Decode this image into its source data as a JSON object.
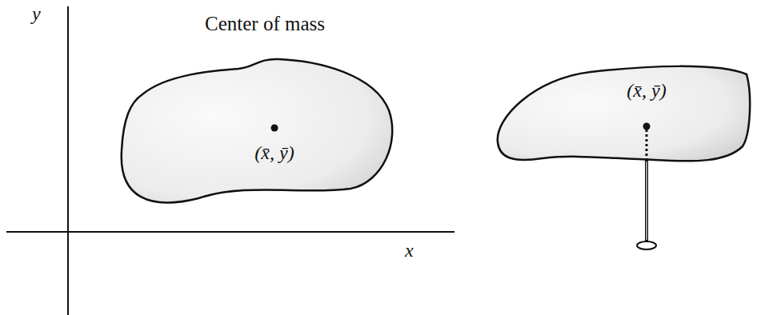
{
  "diagram": {
    "title": "Center of mass",
    "nodes": [
      {
        "text": [
          "(x̄, ȳ)"
        ]
      },
      {
        "text": [
          "(x̄, ȳ)"
        ]
      }
    ],
    "labels": [
      "y",
      "x"
    ]
  }
}
